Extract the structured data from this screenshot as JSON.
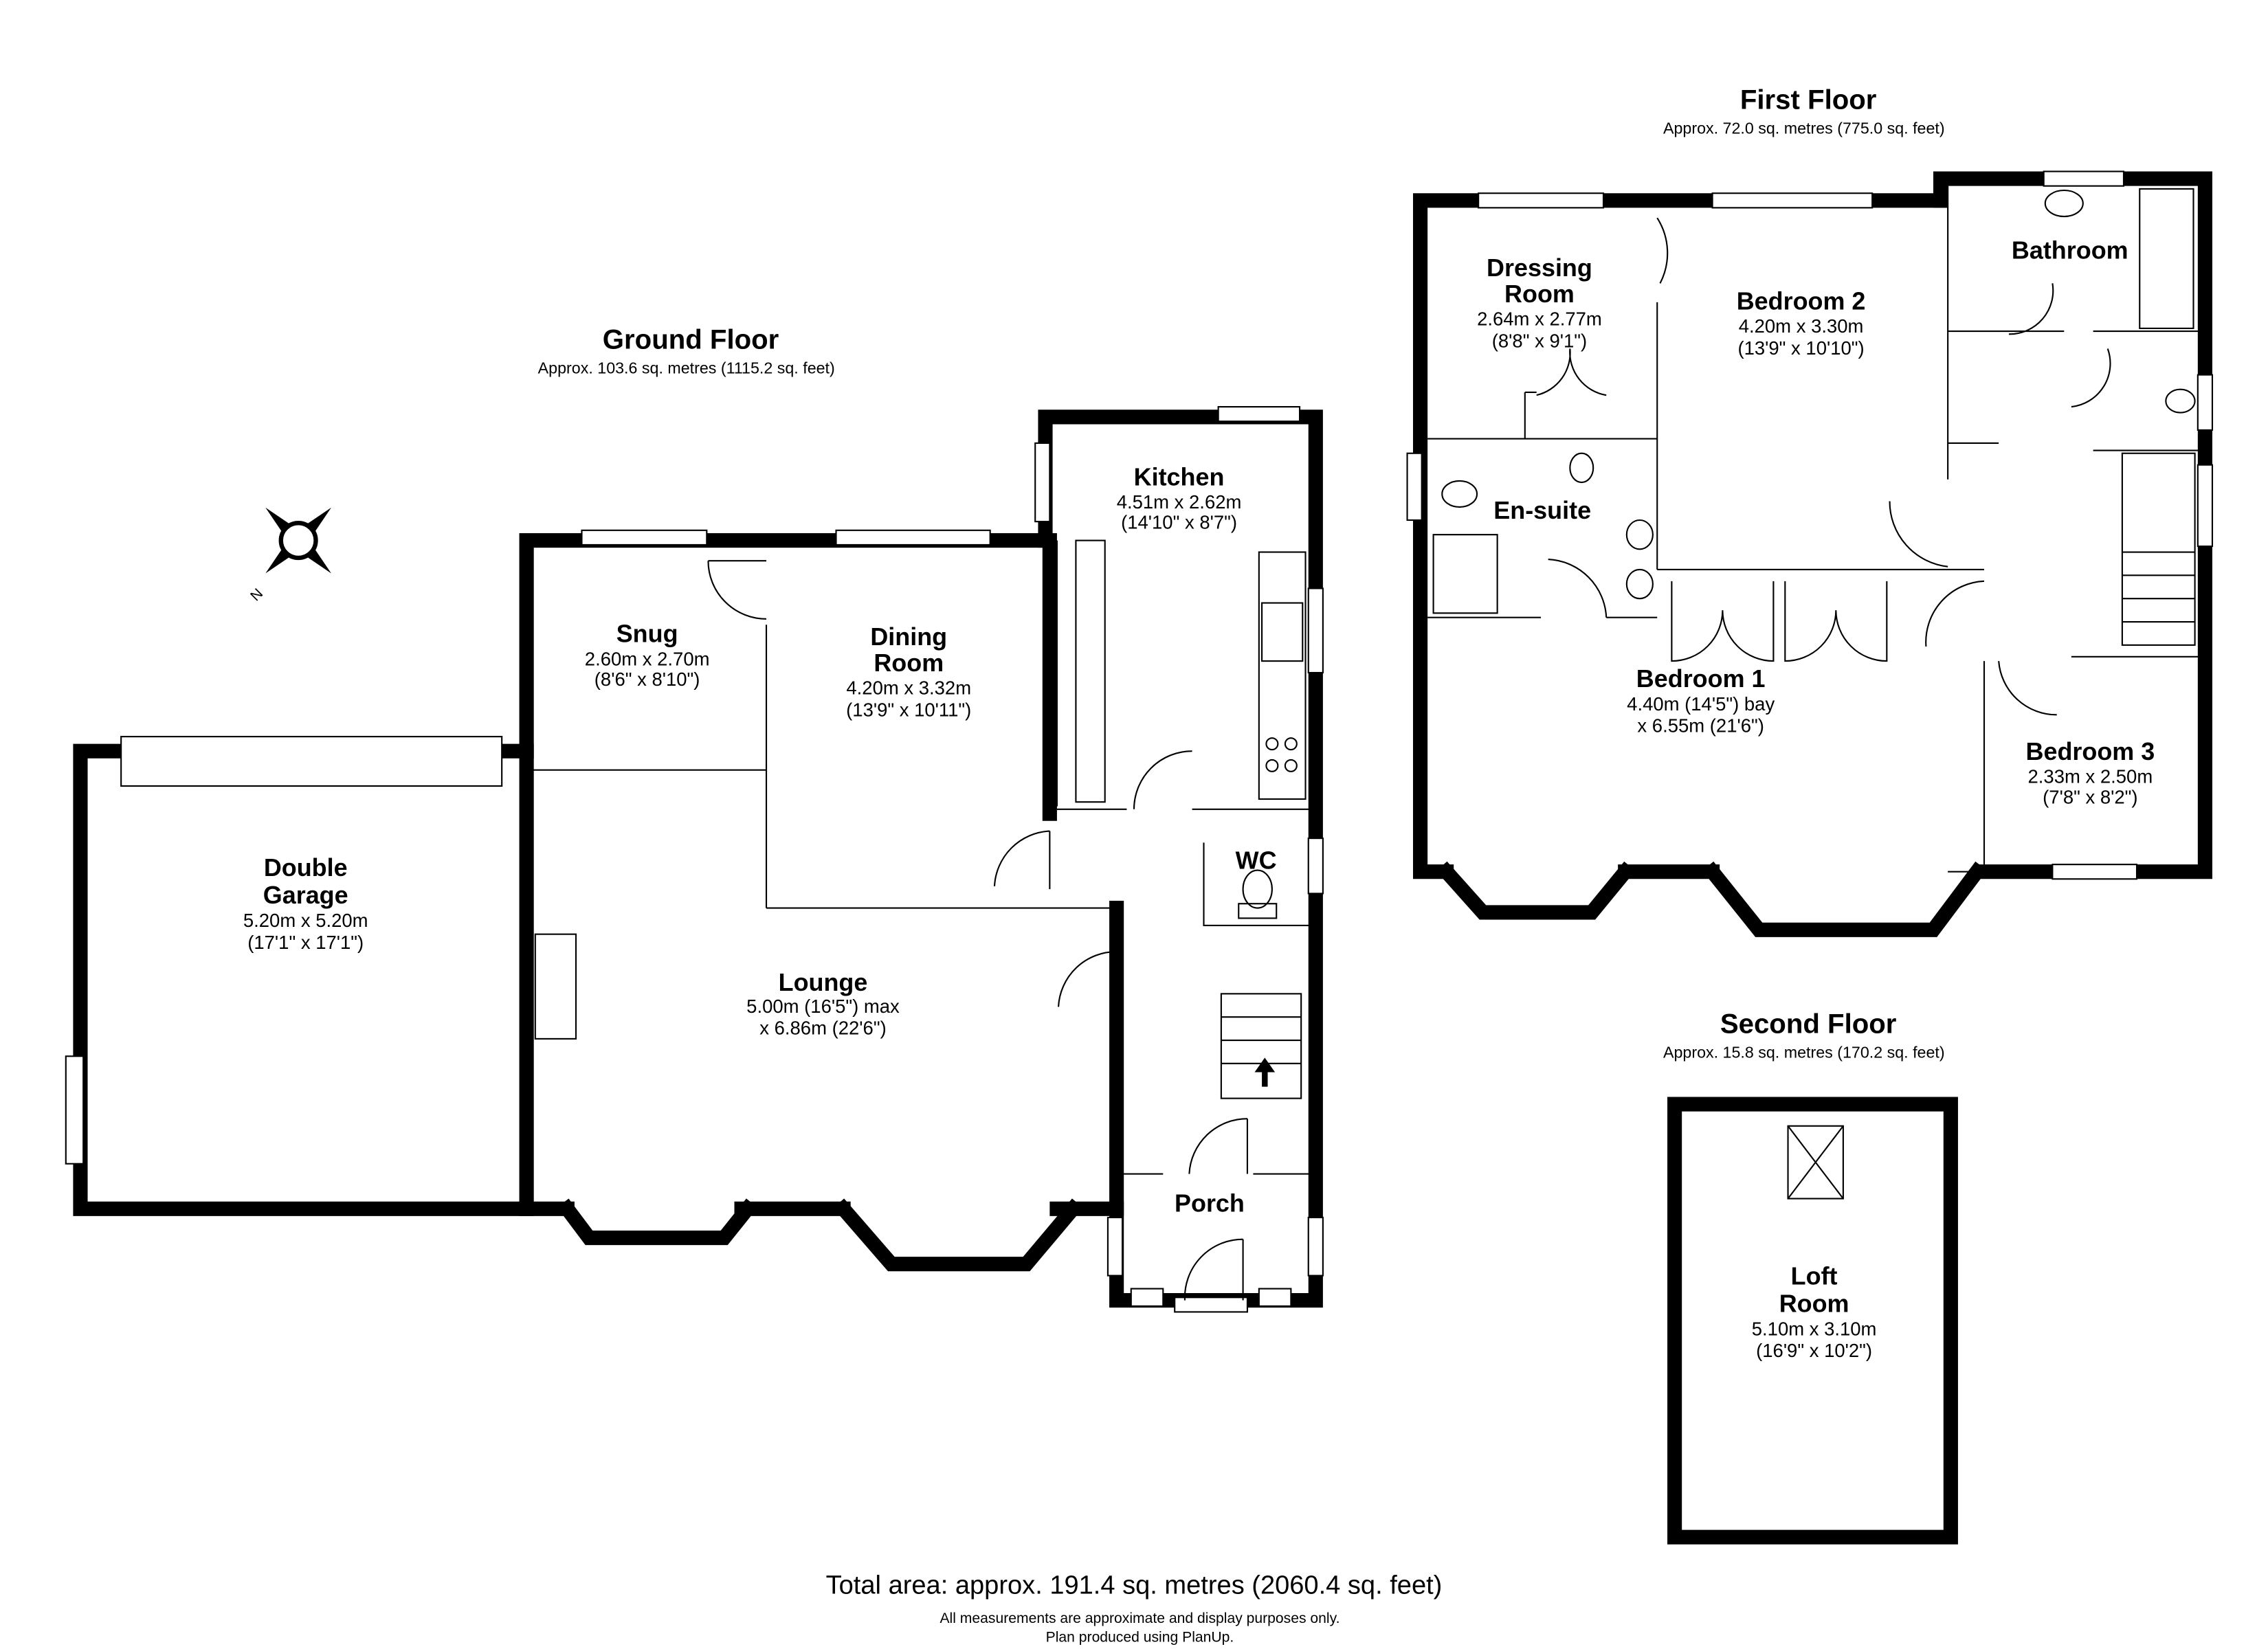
{
  "ground_floor": {
    "title": "Ground Floor",
    "area": "Approx. 103.6 sq. metres (1115.2 sq. feet)",
    "rooms": {
      "garage": {
        "name1": "Double",
        "name2": "Garage",
        "dim": "5.20m x 5.20m",
        "imp": "(17'1\" x 17'1\")"
      },
      "snug": {
        "name": "Snug",
        "dim": "2.60m x 2.70m",
        "imp": "(8'6\" x 8'10\")"
      },
      "dining": {
        "name1": "Dining",
        "name2": "Room",
        "dim": "4.20m x 3.32m",
        "imp": "(13'9\" x 10'11\")"
      },
      "kitchen": {
        "name": "Kitchen",
        "dim": "4.51m x 2.62m",
        "imp": "(14'10\" x 8'7\")"
      },
      "wc": {
        "name": "WC"
      },
      "lounge": {
        "name": "Lounge",
        "dim": "5.00m (16'5\") max",
        "imp": "x 6.86m (22'6\")"
      },
      "porch": {
        "name": "Porch"
      }
    }
  },
  "first_floor": {
    "title": "First Floor",
    "area": "Approx. 72.0 sq. metres (775.0 sq. feet)",
    "rooms": {
      "dressing": {
        "name1": "Dressing",
        "name2": "Room",
        "dim": "2.64m x 2.77m",
        "imp": "(8'8\" x 9'1\")"
      },
      "bedroom2": {
        "name": "Bedroom 2",
        "dim": "4.20m x 3.30m",
        "imp": "(13'9\" x 10'10\")"
      },
      "bathroom": {
        "name": "Bathroom"
      },
      "ensuite": {
        "name": "En-suite"
      },
      "bedroom1": {
        "name": "Bedroom 1",
        "dim": "4.40m (14'5\") bay",
        "imp": "x 6.55m (21'6\")"
      },
      "bedroom3": {
        "name": "Bedroom 3",
        "dim": "2.33m x 2.50m",
        "imp": "(7'8\" x 8'2\")"
      }
    }
  },
  "second_floor": {
    "title": "Second Floor",
    "area": "Approx. 15.8 sq. metres (170.2 sq. feet)",
    "rooms": {
      "loft": {
        "name1": "Loft",
        "name2": "Room",
        "dim": "5.10m x 3.10m",
        "imp": "(16'9\" x 10'2\")"
      }
    }
  },
  "compass": {
    "label": "N"
  },
  "footer": {
    "total": "Total area: approx. 191.4 sq. metres (2060.4 sq. feet)",
    "note1": "All measurements are approximate and display purposes only.",
    "note2": "Plan produced using PlanUp."
  }
}
